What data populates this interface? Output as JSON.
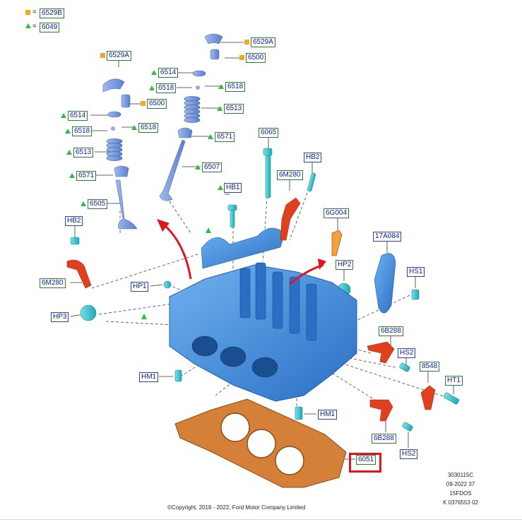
{
  "legend": [
    {
      "symbol": "square",
      "color": "#f5a623",
      "text": "6529B"
    },
    {
      "symbol": "triangle",
      "color": "#33bb44",
      "text": "6049"
    }
  ],
  "legend_equals": "=",
  "labels": {
    "6529A_left": "6529A",
    "6529A_right": "6529A",
    "6500_right": "6500",
    "6500_left": "6500",
    "6514_right": "6514",
    "6514_left": "6514",
    "6518_r1": "6518",
    "6518_r2": "6518",
    "6518_l1": "6518",
    "6518_l2": "6518",
    "6513_right": "6513",
    "6513_left": "6513",
    "6571_right": "6571",
    "6571_left": "6571",
    "6507": "6507",
    "6505": "6505",
    "6065": "6065",
    "HB2_top": "HB2",
    "HB2_left": "HB2",
    "6M280_top": "6M280",
    "6M280_left": "6M280",
    "HB1": "HB1",
    "6G004": "6G004",
    "17A084": "17A084",
    "HP2": "HP2",
    "HS1": "HS1",
    "HP1": "HP1",
    "HP3": "HP3",
    "6B288_top": "6B288",
    "6B288_bottom": "6B288",
    "HS2_top": "HS2",
    "HS2_bottom": "HS2",
    "8548": "8548",
    "HT1": "HT1",
    "HM1_left": "HM1",
    "HM1_right": "HM1",
    "6051": "6051"
  },
  "reference": {
    "line1": "3030115C",
    "line2": "09-2022 37",
    "line3": "15FDOS",
    "line4": "K 0376553 02"
  },
  "copyright": "©Copyright, 2018 - 2022, Ford Motor Company Limited",
  "colors": {
    "part_blue": "#3d8fe0",
    "part_blue_dark": "#1f5fa8",
    "valve_blue": "#7a9fe0",
    "teal": "#3fc9d4",
    "red_part": "#e0401e",
    "gasket": "#c8722a",
    "arrow_red": "#e0161e",
    "highlight": "#e0161e",
    "label_green": "#2f7d32",
    "label_text": "#0b1f99"
  }
}
